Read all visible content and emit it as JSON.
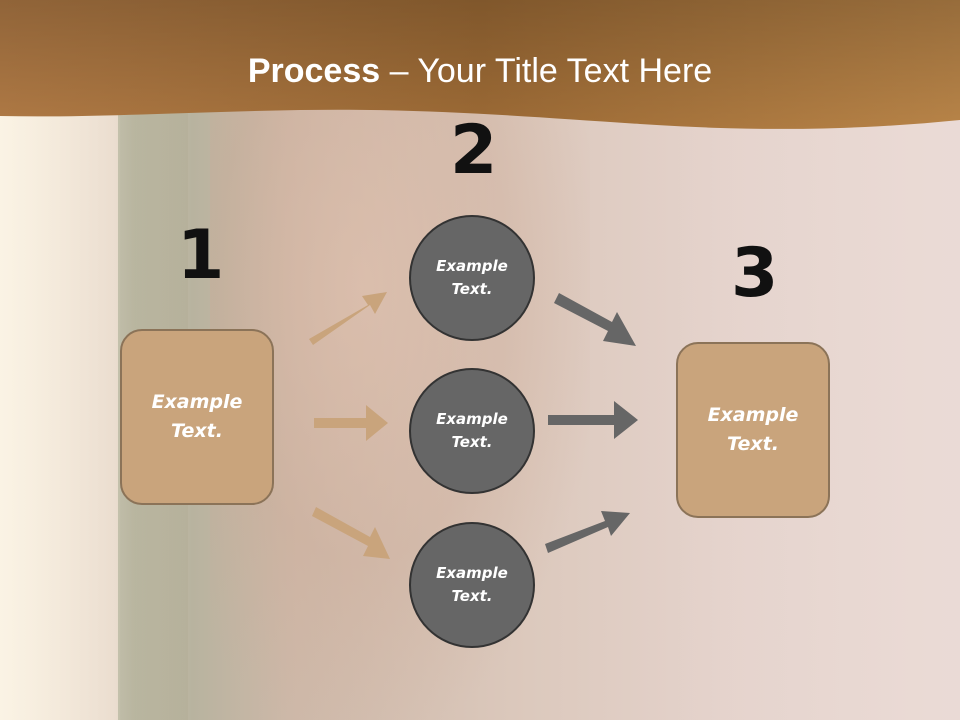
{
  "slide": {
    "title_bold": "Process",
    "title_rest": " – Your Title Text Here"
  },
  "steps": [
    {
      "number": "1",
      "label": "Example\nText."
    },
    {
      "number": "2",
      "items": [
        "Example\nText.",
        "Example\nText.",
        "Example\nText."
      ]
    },
    {
      "number": "3",
      "label": "Example\nText."
    }
  ],
  "colors": {
    "header": "#a8723a",
    "box_fill": "#c9a47c",
    "circle_fill": "#666666",
    "arrow_tan": "#c9a47c",
    "arrow_gray": "#666666"
  }
}
